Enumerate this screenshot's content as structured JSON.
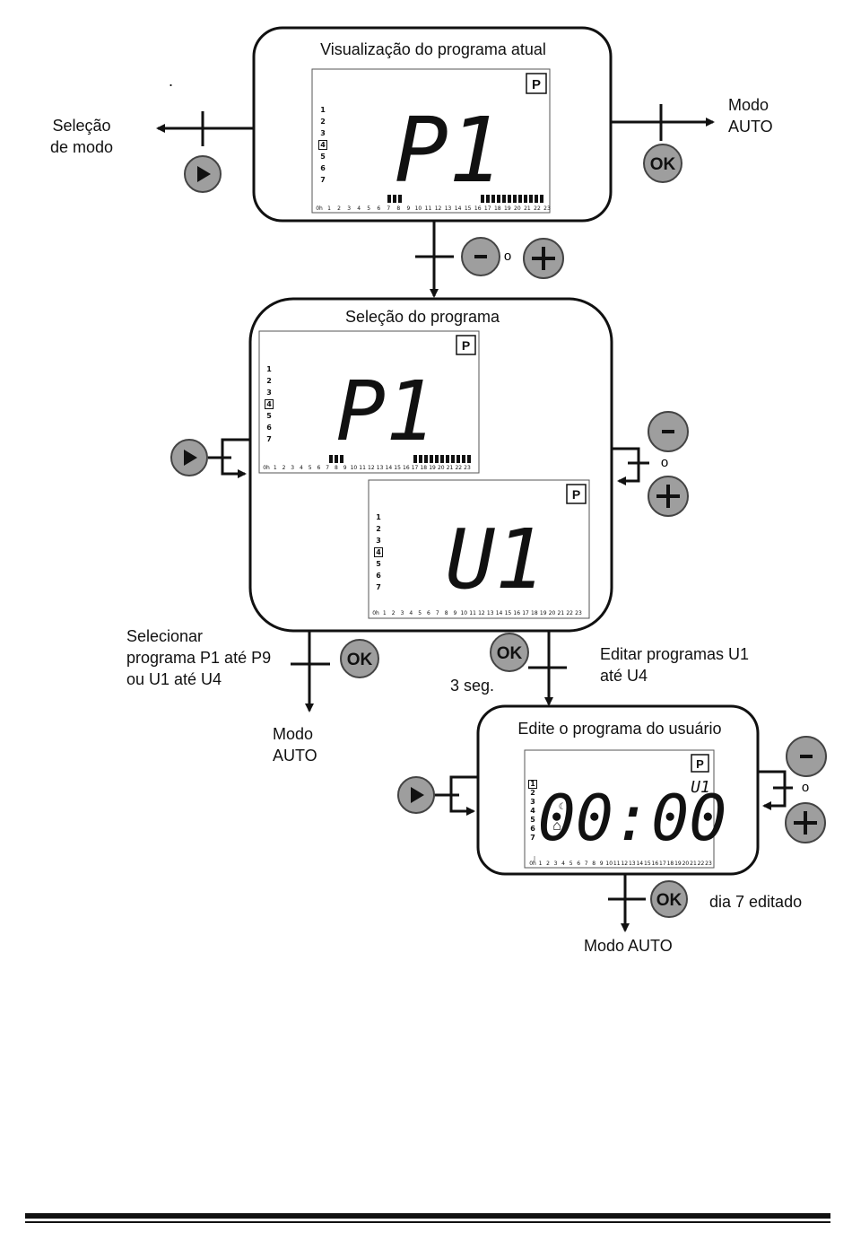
{
  "panels": {
    "current_view": {
      "title": "Visualização do programa atual",
      "program": "P1"
    },
    "program_select": {
      "title": "Seleção do programa",
      "program_a": "P1",
      "program_b": "U1"
    },
    "user_edit": {
      "title": "Edite o programa do usuário",
      "time": "00:00",
      "program": "U1"
    }
  },
  "display": {
    "mode_indicator": "P",
    "days": [
      "1",
      "2",
      "3",
      "4",
      "5",
      "6",
      "7"
    ],
    "selected_day": "4",
    "edit_selected_day": "1",
    "hours": [
      "0h",
      "1",
      "2",
      "3",
      "4",
      "5",
      "6",
      "7",
      "8",
      "9",
      "10",
      "11",
      "12",
      "13",
      "14",
      "15",
      "16",
      "17",
      "18",
      "19",
      "20",
      "21",
      "22",
      "23"
    ],
    "edit_hour_marker": "|"
  },
  "buttons": {
    "ok": "OK",
    "minus": "-",
    "plus": "+",
    "or": "o"
  },
  "labels": {
    "mode_select": "Seleção\nde modo",
    "auto_mode_top": "Modo\nAUTO",
    "select_program": "Selecionar\nprograma P1 até P9\nou U1 até U4",
    "auto_mode_left": "Modo\nAUTO",
    "edit_programs": "Editar programas U1\naté U4",
    "three_sec": "3 seg.",
    "day7_edited": "dia 7 editado",
    "auto_mode_bottom": "Modo AUTO",
    "stray_dot": "."
  },
  "colors": {
    "button_fill": "#9e9e9e",
    "line": "#111111",
    "lcd_border": "#555555"
  }
}
